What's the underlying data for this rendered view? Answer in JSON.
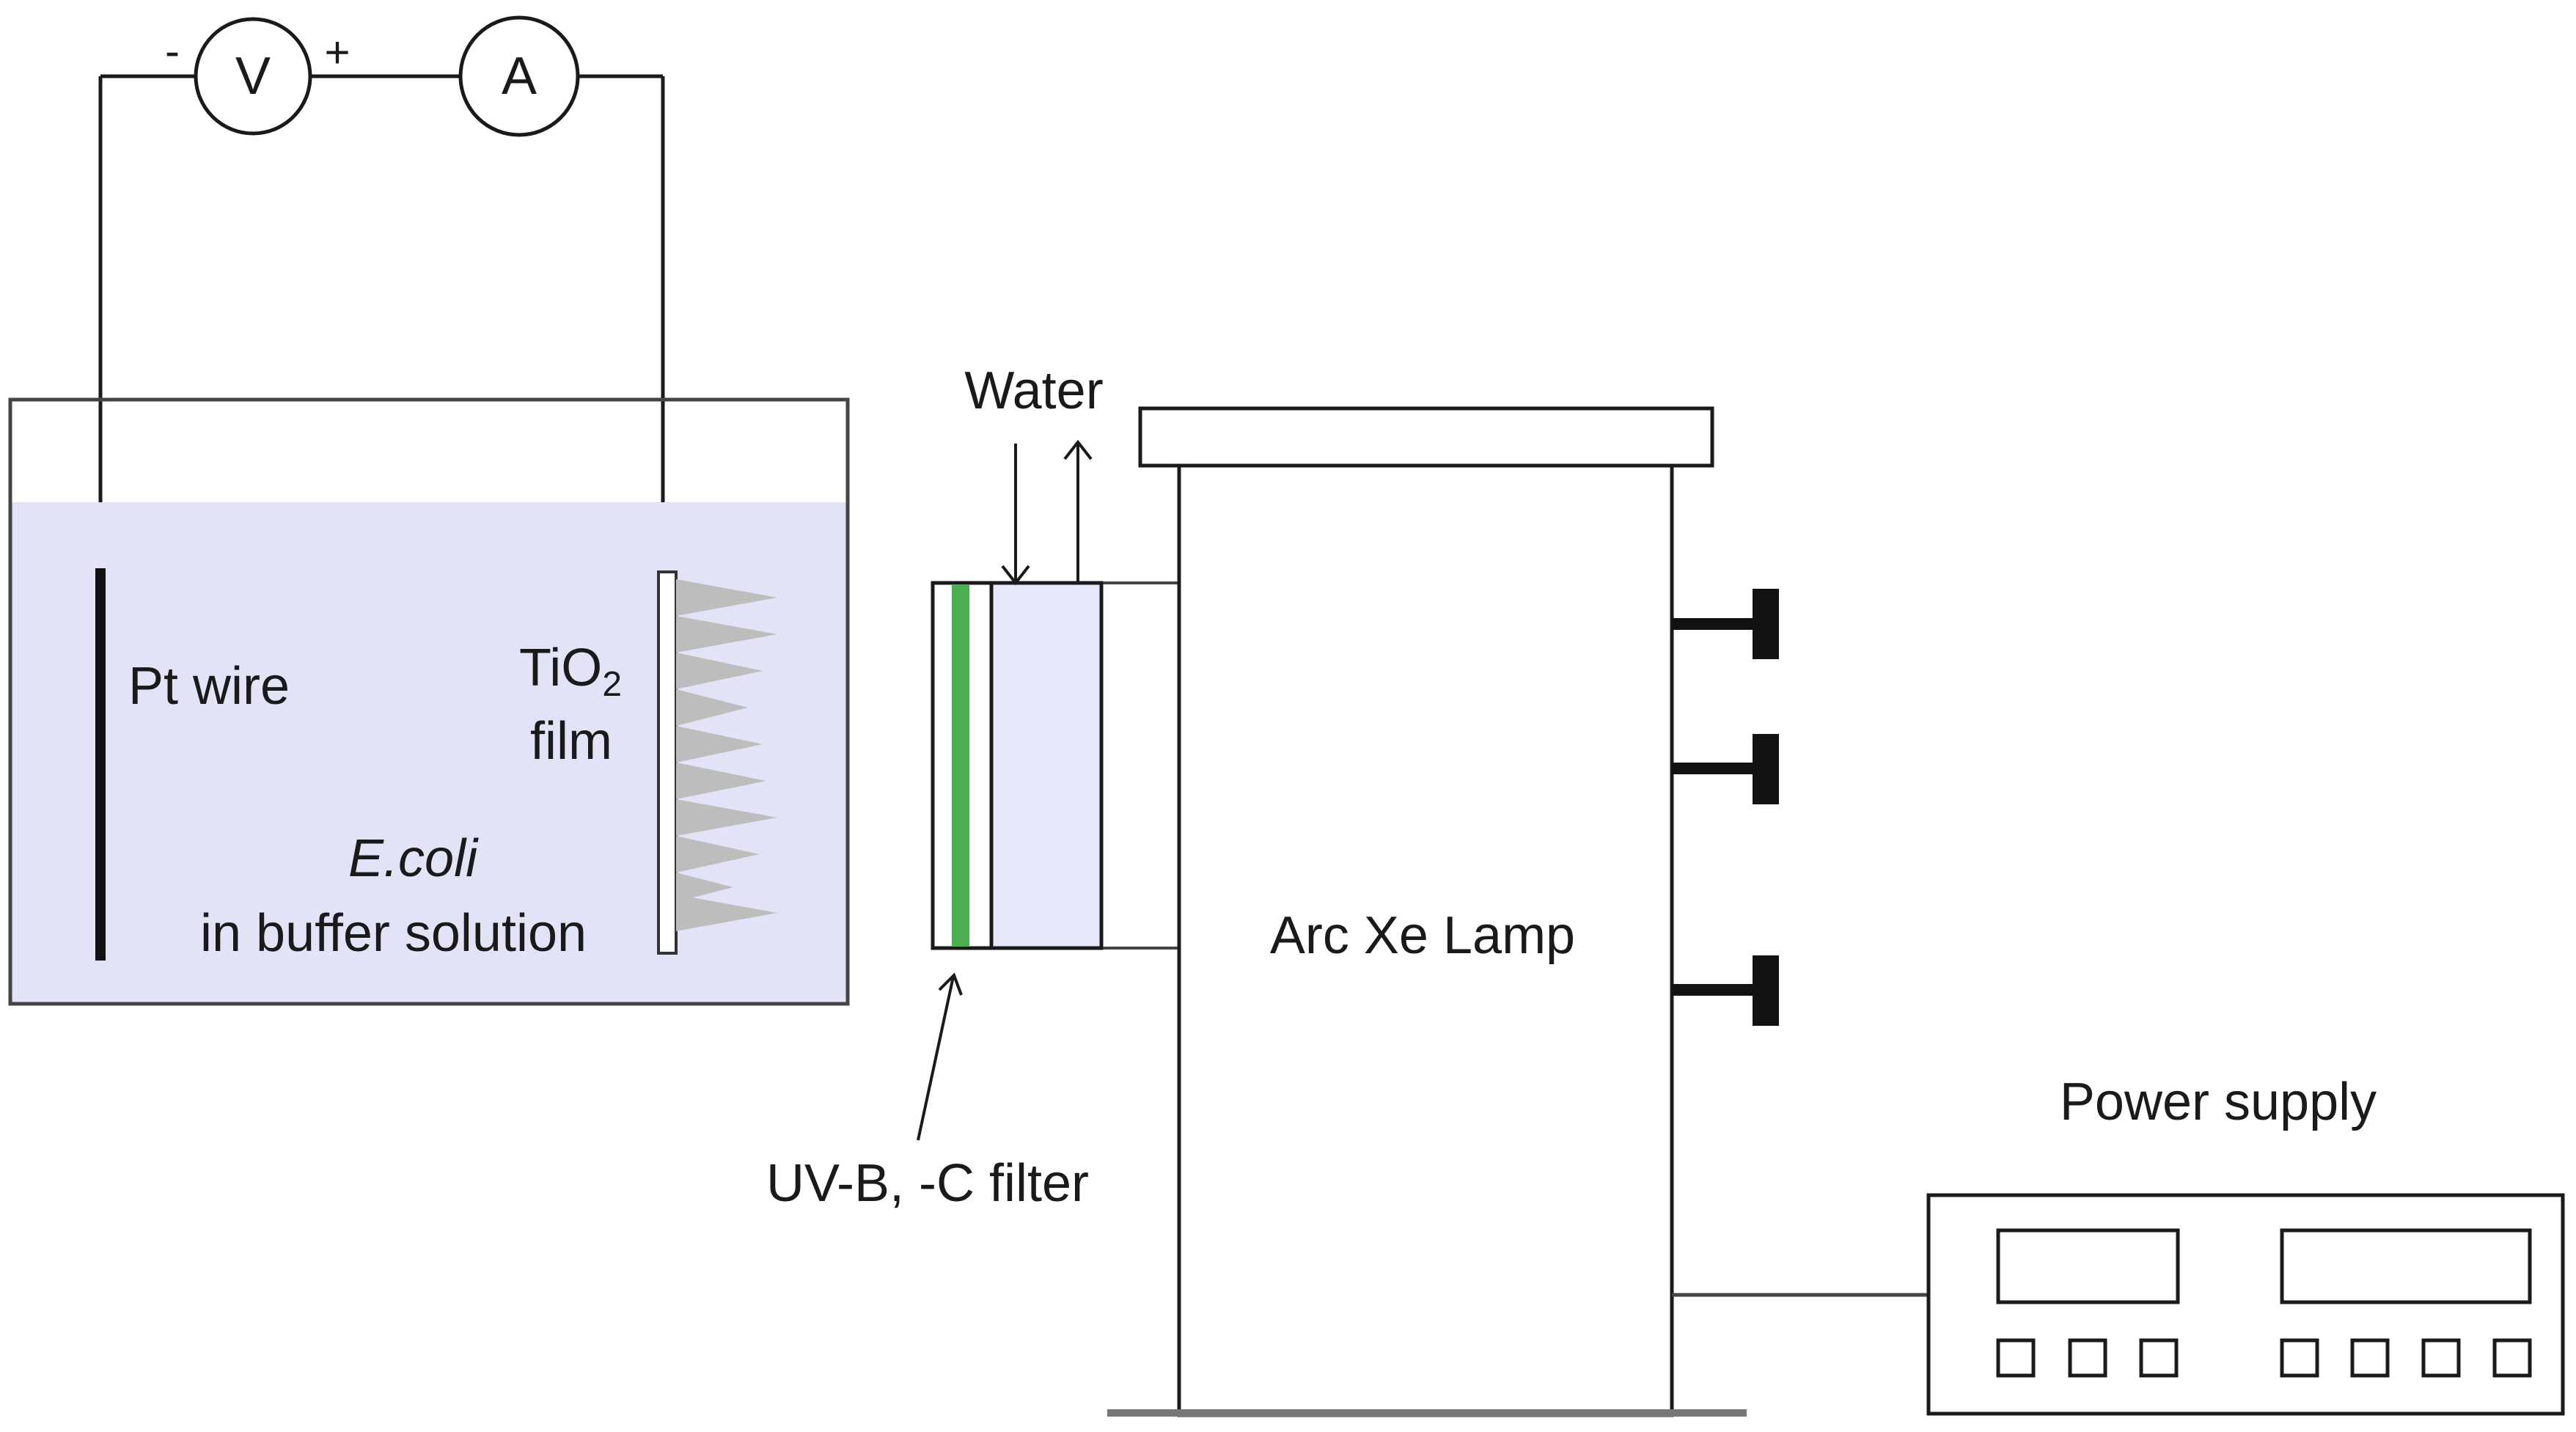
{
  "meters": {
    "voltmeter": "V",
    "ammeter": "A",
    "minus": "-",
    "plus": "+"
  },
  "labels": {
    "pt_wire": "Pt wire",
    "tio2_main": "TiO",
    "tio2_sub": "2",
    "film": "film",
    "ecoli": "E.coli",
    "buffer": "in buffer solution",
    "water": "Water",
    "filter": "UV-B, -C filter",
    "lamp": "Arc Xe Lamp",
    "power": "Power supply"
  },
  "colors": {
    "line": "#1a1a1a",
    "solution": "#e3e3f8",
    "filter_green": "#4caf50",
    "filter_fill": "#e7e7fb",
    "spikes": "#bdbdbd",
    "floor": "#777777"
  }
}
